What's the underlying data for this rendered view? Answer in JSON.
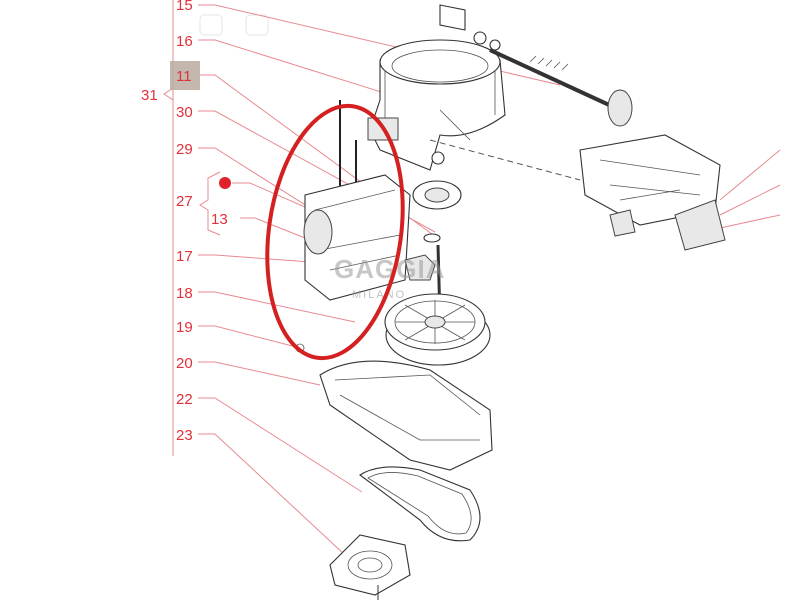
{
  "diagram": {
    "labels": {
      "l15": "15",
      "l16": "16",
      "l11": "11",
      "l31": "31",
      "l30": "30",
      "l29": "29",
      "l27": "27",
      "l13": "13",
      "l17": "17",
      "l18": "18",
      "l19": "19",
      "l20": "20",
      "l22": "22",
      "l23": "23"
    },
    "highlighted_label": "11",
    "watermark": {
      "brand": "GAGGIA",
      "sub": "MILANO"
    },
    "colors": {
      "label": "#e0303a",
      "highlight": "#b8aaa0",
      "circle": "#d42020"
    }
  }
}
